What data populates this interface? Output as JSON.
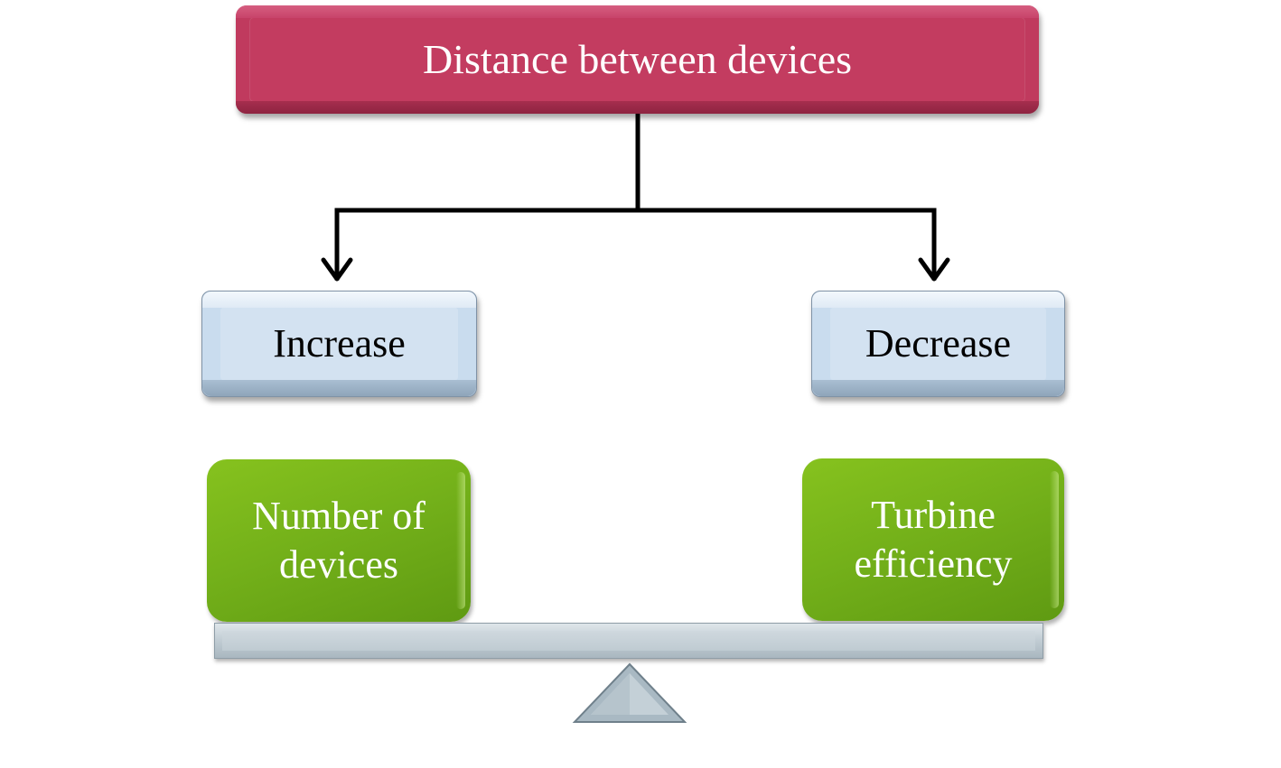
{
  "top": {
    "label": "Distance between devices"
  },
  "branches": {
    "left": {
      "label": "Increase"
    },
    "right": {
      "label": "Decrease"
    }
  },
  "balance": {
    "left": {
      "line1": "Number of",
      "line2": "devices"
    },
    "right": {
      "line1": "Turbine",
      "line2": "efficiency"
    }
  },
  "colors": {
    "top_box": "#c03a5e",
    "branch_box": "#c9dcee",
    "balance_box": "#74b11a",
    "beam": "#c3ced5",
    "connector": "#000000"
  }
}
